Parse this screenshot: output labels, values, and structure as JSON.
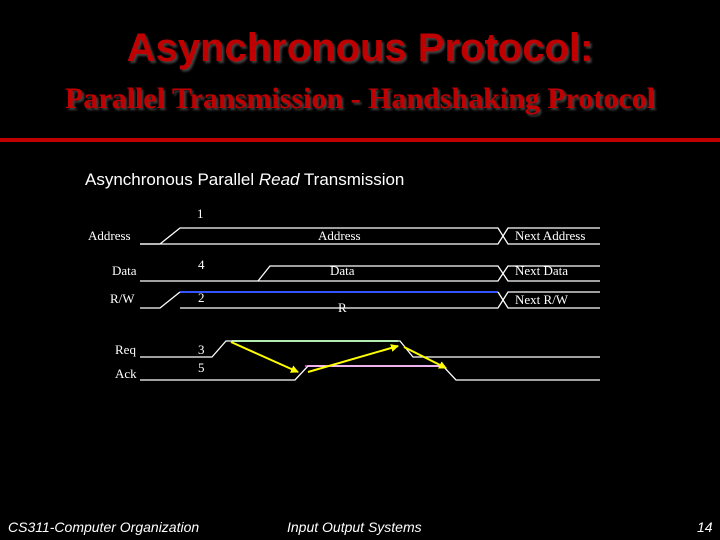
{
  "slide": {
    "title": "Asynchronous Protocol:",
    "subtitle": "Parallel Transmission - Handshaking Protocol",
    "diagram_caption_prefix": "Asynchronous Parallel ",
    "diagram_caption_emph": "Read",
    "diagram_caption_suffix": " Transmission"
  },
  "timing": {
    "step_labels": [
      "1",
      "4",
      "2",
      "3",
      "5"
    ],
    "rows": {
      "address": {
        "name": "Address",
        "value": "Address",
        "next": "Next Address"
      },
      "data": {
        "name": "Data",
        "value": "Data",
        "next": "Next Data"
      },
      "rw": {
        "name": "R/W",
        "value": "R",
        "next": "Next R/W"
      },
      "req": {
        "name": "Req"
      },
      "ack": {
        "name": "Ack"
      }
    },
    "colors": {
      "signal": "#ffffff",
      "rw_line": "#3355ff",
      "req_line": "#33cc33",
      "ack_line": "#cc33cc",
      "handshake_arrow": "#ffff00",
      "title": "#c00000"
    }
  },
  "footer": {
    "left": "CS311-Computer Organization",
    "center": "Input Output Systems",
    "page": "14"
  }
}
